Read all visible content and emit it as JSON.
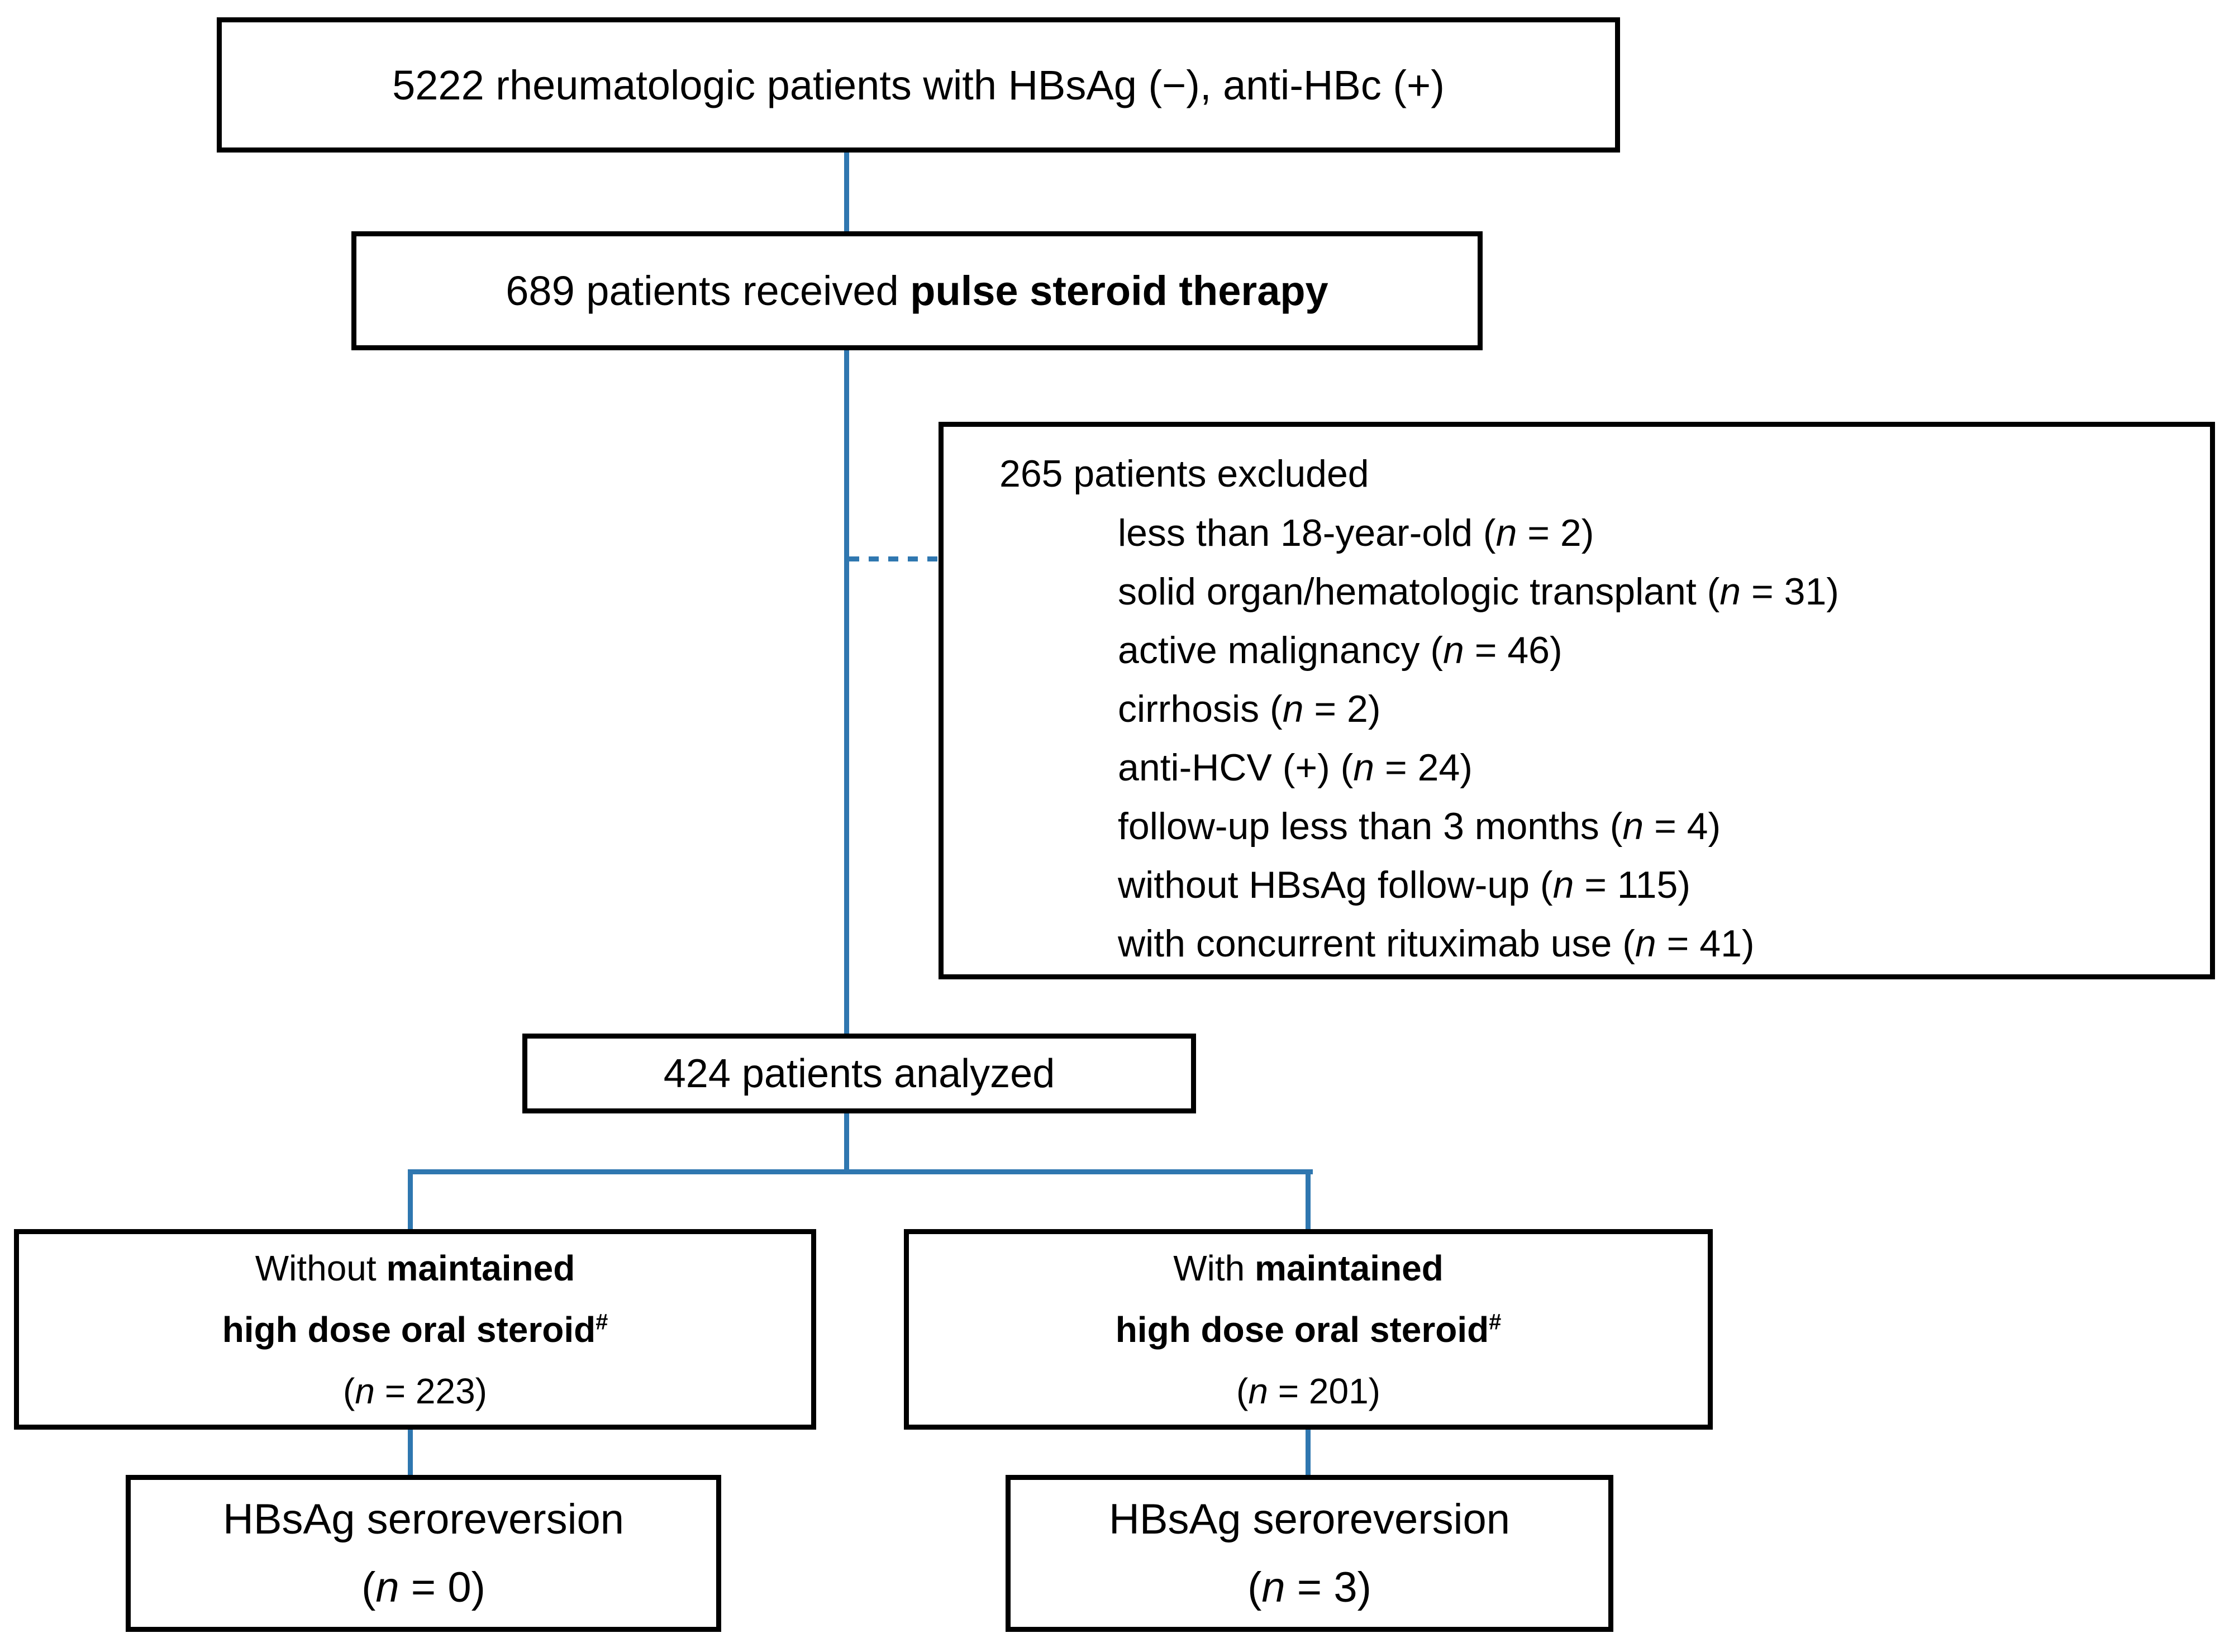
{
  "symbols": {
    "n": "n",
    "eq": " = ",
    "open": " (",
    "close": ")"
  },
  "colors": {
    "connector": "#2f77b0",
    "border": "#000000",
    "background": "#ffffff"
  },
  "boxes": {
    "total": {
      "text": "5222 rheumatologic patients with HBsAg (−), anti-HBc (+)"
    },
    "pulse": {
      "regular": "689 patients received ",
      "bold": "pulse steroid therapy"
    },
    "excluded": {
      "title": "265 patients excluded",
      "items": [
        {
          "label": "less than 18-year-old",
          "count": "2"
        },
        {
          "label": "solid organ/hematologic transplant",
          "count": "31"
        },
        {
          "label": "active malignancy",
          "count": "46"
        },
        {
          "label": "cirrhosis",
          "count": "2"
        },
        {
          "label": "anti-HCV (+)",
          "count": "24"
        },
        {
          "label": "follow-up less than 3 months",
          "count": "4"
        },
        {
          "label": "without HBsAg follow-up",
          "count": "115"
        },
        {
          "label": "with concurrent rituximab use",
          "count": "41"
        }
      ]
    },
    "analyzed": {
      "text": "424 patients analyzed"
    },
    "branch_left": {
      "regular": "Without ",
      "bold": "maintained",
      "line2_bold": "high dose oral steroid",
      "sup": "#",
      "count": "223"
    },
    "branch_right": {
      "regular": "With ",
      "bold": "maintained",
      "line2_bold": "high dose oral steroid",
      "sup": "#",
      "count": "201"
    },
    "outcome_left": {
      "title": "HBsAg seroreversion",
      "count": "0"
    },
    "outcome_right": {
      "title": "HBsAg seroreversion",
      "count": "3"
    }
  }
}
